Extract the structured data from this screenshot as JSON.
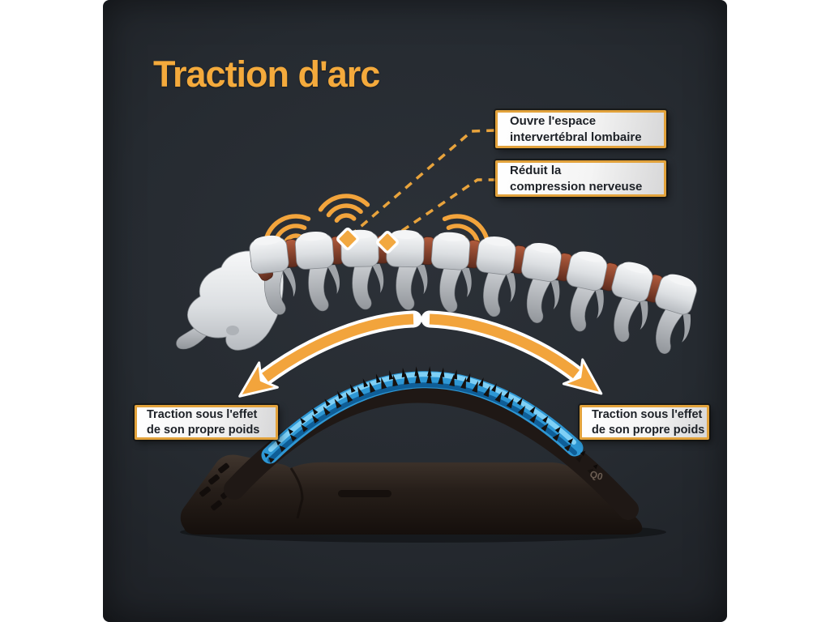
{
  "title": {
    "text": "Traction d'arc",
    "color": "#f4aa3c"
  },
  "callouts": {
    "top1": {
      "line1": "Ouvre l'espace",
      "line2": "intervertébral lombaire"
    },
    "top2": {
      "line1": "Réduit la",
      "line2": "compression nerveuse"
    },
    "bottom_left": {
      "line1": "Traction sous l'effet",
      "line2": "de son propre poids"
    },
    "bottom_right": {
      "line1": "Traction sous l'effet",
      "line2": "de son propre poids"
    }
  },
  "device": {
    "marking": "Q0"
  },
  "icons": {
    "vibration_left": "vibration-arcs-icon",
    "vibration_middle": "vibration-arcs-icon",
    "vibration_right": "vibration-arcs-icon",
    "marker1": "diamond-marker-icon",
    "marker2": "diamond-marker-icon",
    "arrow_left": "traction-arrow-down-left-icon",
    "arrow_right": "traction-arrow-down-right-icon"
  },
  "colors": {
    "accent_orange": "#f2a43c",
    "dashed_line": "#e8a33c",
    "panel_background": "#262b31",
    "page_background": "#ffffff",
    "device_blue": "#2e97d4",
    "device_base": "#2a211c",
    "disc_rust": "#a9573a",
    "bone": "#e9ebed",
    "callout_border": "#e2a23b",
    "callout_text": "#1d2127"
  }
}
